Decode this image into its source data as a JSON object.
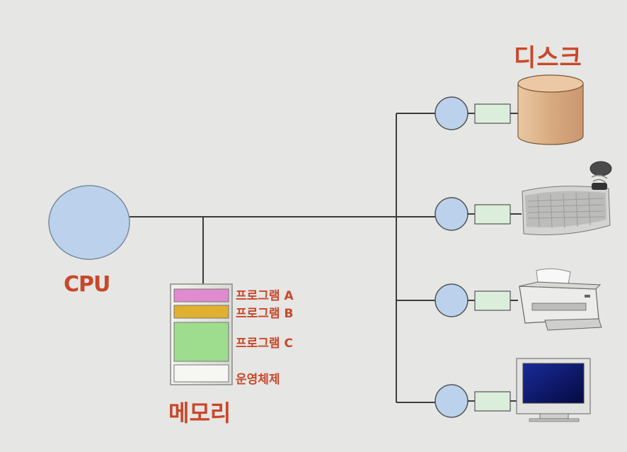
{
  "labels": {
    "cpu": "CPU",
    "memory": "메모리",
    "disk": "디스크"
  },
  "memory_segments": [
    {
      "label": "프로그램 A",
      "color": "#e08ad0"
    },
    {
      "label": "프로그램 B",
      "color": "#e0b030"
    },
    {
      "label": "프로그램 C",
      "color": "#9edc8e"
    },
    {
      "label": "운영체제",
      "color": "#f6f6f2"
    }
  ],
  "devices": [
    {
      "name": "disk-device"
    },
    {
      "name": "keyboard-device"
    },
    {
      "name": "printer-device"
    },
    {
      "name": "monitor-device"
    }
  ],
  "colors": {
    "label": "#c8482a",
    "cpu_fill": "#bcd2ec",
    "controller_fill": "#dbeedb",
    "line": "#3c3c3c",
    "disk_fill": "#deb48c"
  }
}
